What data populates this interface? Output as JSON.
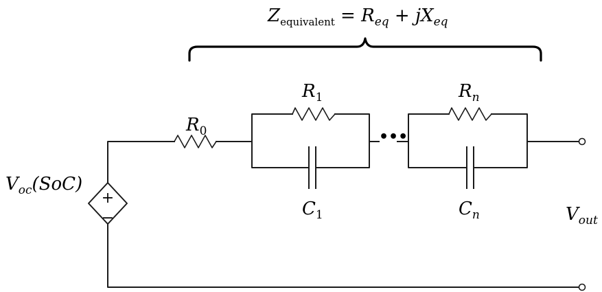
{
  "title": {
    "main": "Z",
    "sub": "equivalent",
    "eq": " = ",
    "r": "R",
    "r_sub": "eq",
    "plus": " + ",
    "j": "jX",
    "x_sub": "eq"
  },
  "components": {
    "r0": {
      "main": "R",
      "sub": "0"
    },
    "r1": {
      "main": "R",
      "sub": "1"
    },
    "rn": {
      "main": "R",
      "sub": "n"
    },
    "c1": {
      "main": "C",
      "sub": "1"
    },
    "cn": {
      "main": "C",
      "sub": "n"
    },
    "source": {
      "main": "V",
      "sub": "oc",
      "arg": "(SoC)"
    },
    "output": {
      "main": "V",
      "sub": "out"
    }
  },
  "ellipsis": "•••",
  "source_signs": {
    "plus": "+",
    "minus": "−"
  }
}
